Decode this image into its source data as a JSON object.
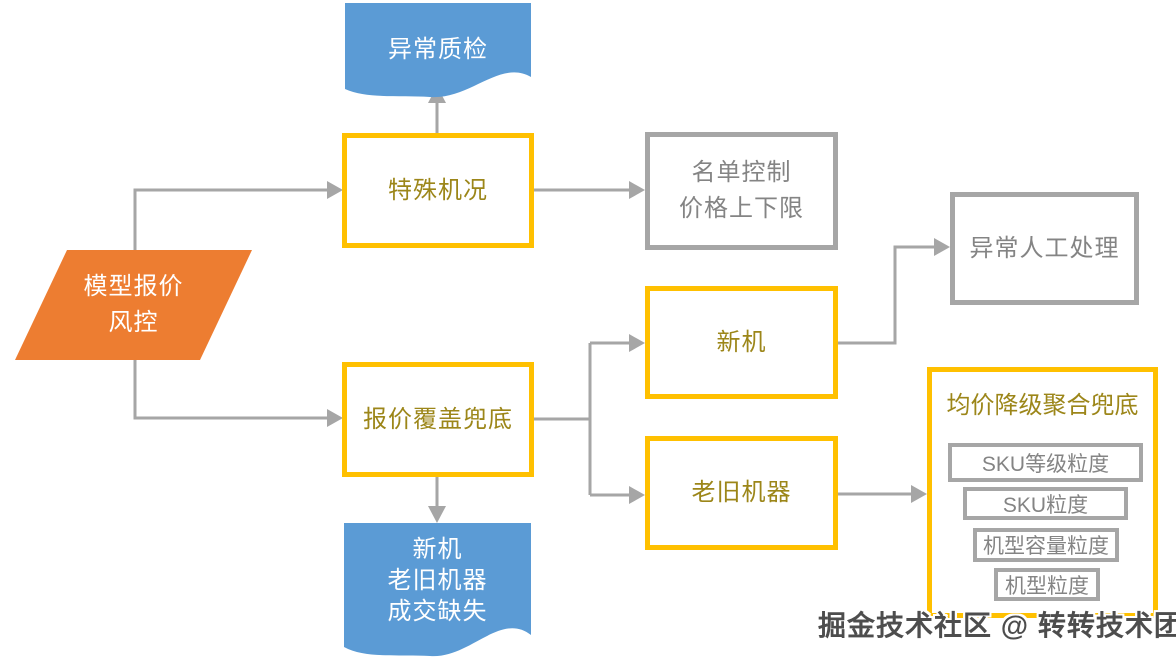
{
  "colors": {
    "blue": "#5B9BD5",
    "orange": "#ED7D31",
    "yellow": "#FFC000",
    "yellow_text": "#9C8619",
    "gray_border": "#A6A6A6",
    "gray_text": "#848484",
    "line": "#A6A6A6",
    "watermark": "#4D4D4D"
  },
  "nodes": {
    "quality_doc": {
      "label": "异常质检"
    },
    "risk": {
      "line1": "模型报价",
      "line2": "风控"
    },
    "special": {
      "label": "特殊机况"
    },
    "list_control": {
      "line1": "名单控制",
      "line2": "价格上下限"
    },
    "manual": {
      "label": "异常人工处理"
    },
    "new_machine": {
      "label": "新机"
    },
    "coverage": {
      "label": "报价覆盖兜底"
    },
    "old_machine": {
      "label": "老旧机器"
    },
    "missing_doc": {
      "line1": "新机",
      "line2": "老旧机器",
      "line3": "成交缺失"
    },
    "aggregation": {
      "title": "均价降级聚合兜底",
      "levels": [
        "SKU等级粒度",
        "SKU粒度",
        "机型容量粒度",
        "机型粒度"
      ]
    }
  },
  "watermark": {
    "text": "掘金技术社区 @ 转转技术团队"
  }
}
